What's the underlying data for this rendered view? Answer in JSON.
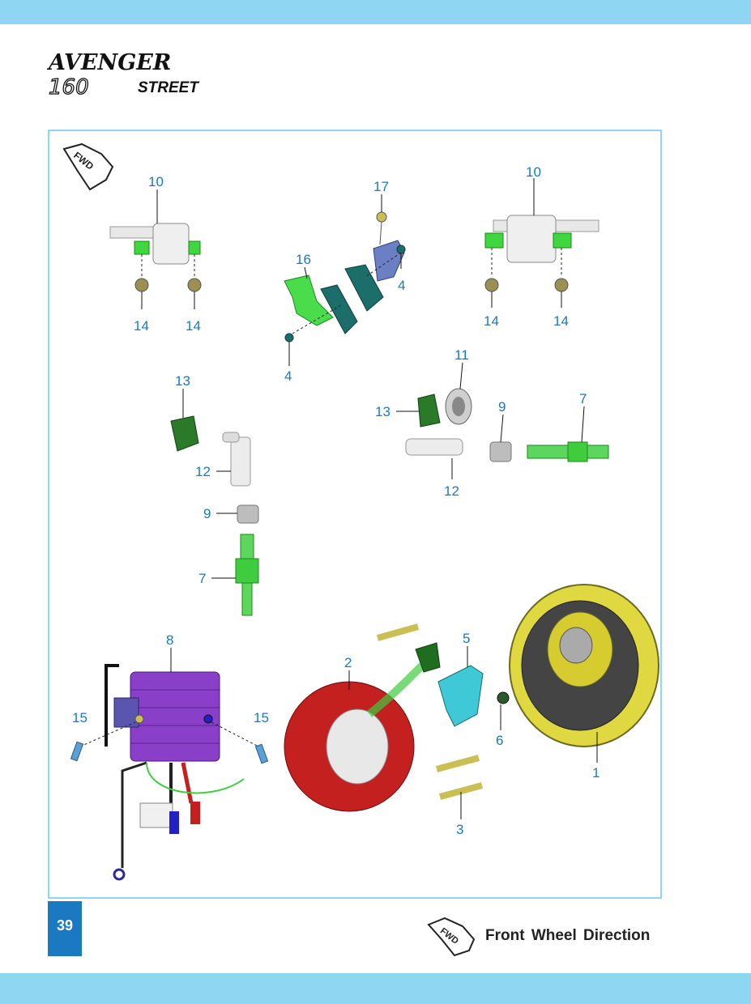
{
  "header": {
    "brand": "AVENGER",
    "model_number": "160",
    "model_name": "STREET"
  },
  "diagram": {
    "fwd_badge": "FWD",
    "callouts": [
      {
        "id": "c10a",
        "text": "10"
      },
      {
        "id": "c14a",
        "text": "14"
      },
      {
        "id": "c14b",
        "text": "14"
      },
      {
        "id": "c17",
        "text": "17"
      },
      {
        "id": "c16",
        "text": "16"
      },
      {
        "id": "c4a",
        "text": "4"
      },
      {
        "id": "c4b",
        "text": "4"
      },
      {
        "id": "c10b",
        "text": "10"
      },
      {
        "id": "c14c",
        "text": "14"
      },
      {
        "id": "c14d",
        "text": "14"
      },
      {
        "id": "c13a",
        "text": "13"
      },
      {
        "id": "c12a",
        "text": "12"
      },
      {
        "id": "c9a",
        "text": "9"
      },
      {
        "id": "c7a",
        "text": "7"
      },
      {
        "id": "c11",
        "text": "11"
      },
      {
        "id": "c13b",
        "text": "13"
      },
      {
        "id": "c9b",
        "text": "9"
      },
      {
        "id": "c7b",
        "text": "7"
      },
      {
        "id": "c12b",
        "text": "12"
      },
      {
        "id": "c8",
        "text": "8"
      },
      {
        "id": "c15a",
        "text": "15"
      },
      {
        "id": "c15b",
        "text": "15"
      },
      {
        "id": "c2",
        "text": "2"
      },
      {
        "id": "c5",
        "text": "5"
      },
      {
        "id": "c6",
        "text": "6"
      },
      {
        "id": "c1",
        "text": "1"
      },
      {
        "id": "c3",
        "text": "3"
      }
    ]
  },
  "footer": {
    "page_number": "39",
    "fwd_badge": "FWD",
    "legend_text": "Front Wheel Direction"
  }
}
